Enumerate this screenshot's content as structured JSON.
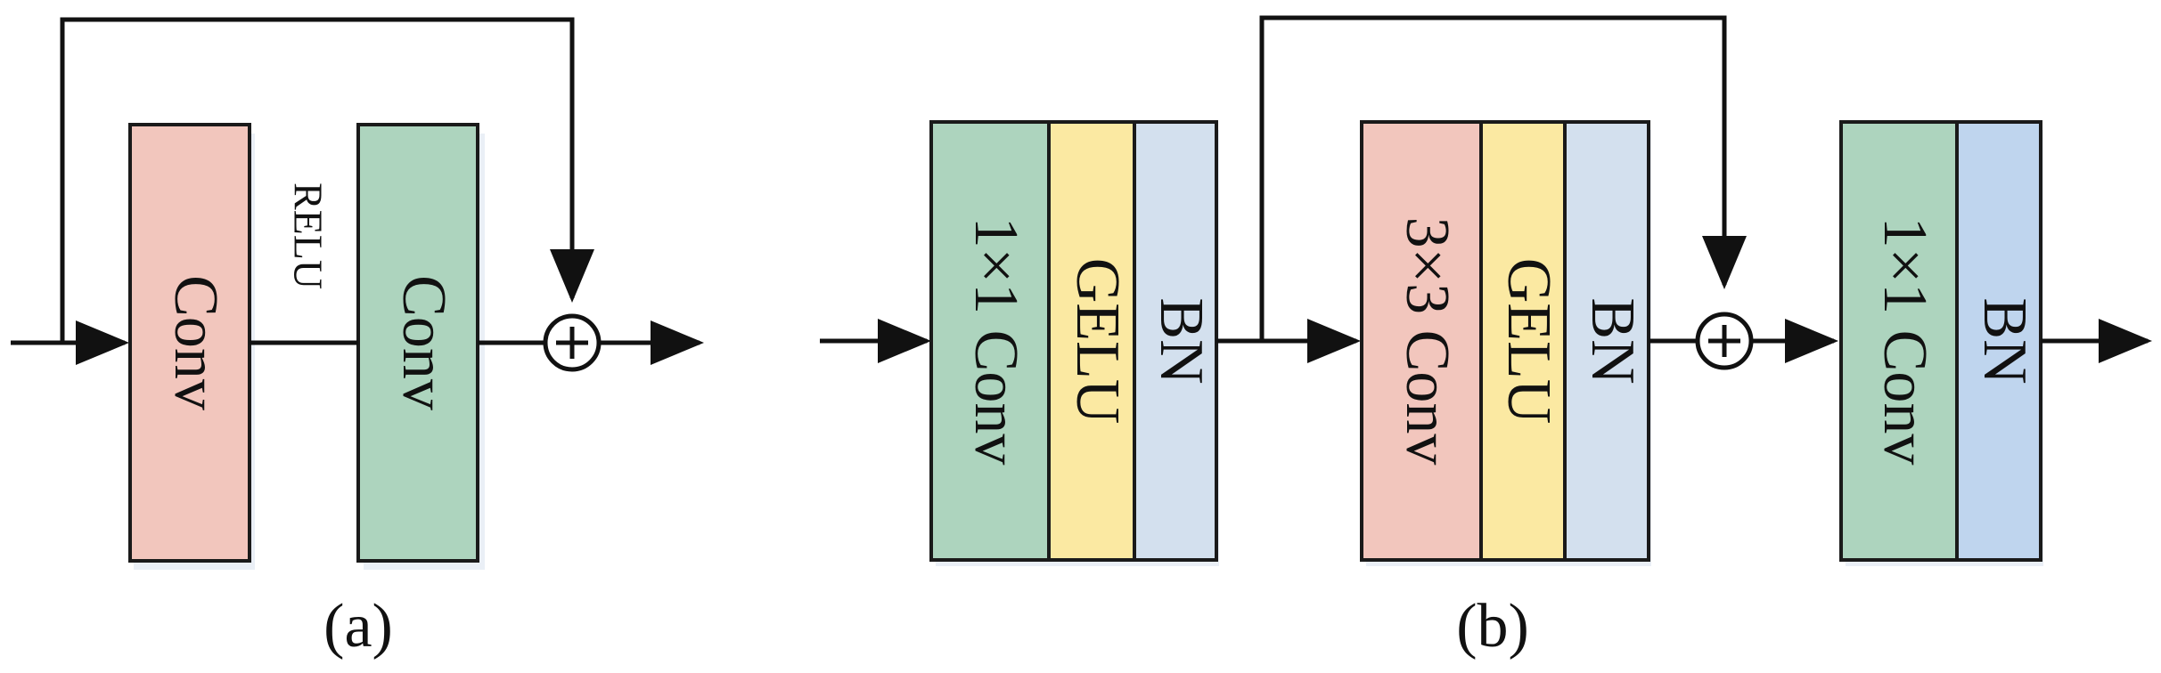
{
  "panel_a": {
    "caption": "(a)",
    "blocks": [
      {
        "label": "Conv",
        "color": "#f2c6bd"
      },
      {
        "label": "Conv",
        "color": "#add4be"
      }
    ],
    "activation_label": "RELU"
  },
  "panel_b": {
    "caption": "(b)",
    "stage1": [
      {
        "label": "1×1 Conv",
        "color": "#add4be"
      },
      {
        "label": "GELU",
        "color": "#fbe9a2"
      },
      {
        "label": "BN",
        "color": "#d3e0ee"
      }
    ],
    "stage2": [
      {
        "label": "3×3 Conv",
        "color": "#f2c6bd"
      },
      {
        "label": "GELU",
        "color": "#fbe9a2"
      },
      {
        "label": "BN",
        "color": "#d3e0ee"
      }
    ],
    "stage3": [
      {
        "label": "1×1 Conv",
        "color": "#add4be"
      },
      {
        "label": "BN",
        "color": "#bfd5ee"
      }
    ]
  }
}
